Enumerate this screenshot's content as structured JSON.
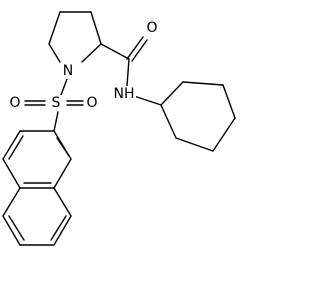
{
  "atoms": {
    "ring_n": "N",
    "amide_o": "O",
    "amide_nh": "NH",
    "sulfonyl_s": "S",
    "sulfonyl_o_left": "O",
    "sulfonyl_o_right": "O"
  },
  "colors": {
    "bond": "#000000",
    "background": "#ffffff"
  }
}
